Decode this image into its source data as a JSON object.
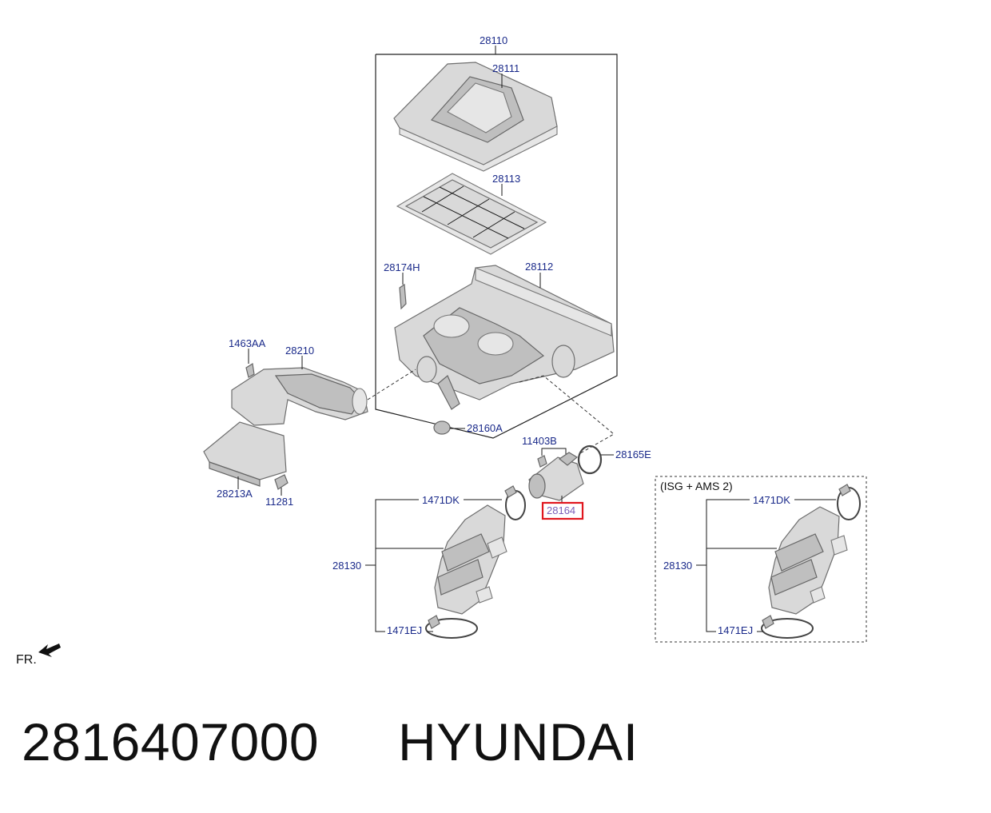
{
  "callouts": {
    "c28110": "28110",
    "c28111": "28111",
    "c28113": "28113",
    "c28174H": "28174H",
    "c28112": "28112",
    "c1463AA": "1463AA",
    "c28210": "28210",
    "c28160A": "28160A",
    "c11403B": "11403B",
    "c28165E": "28165E",
    "c28213A": "28213A",
    "c11281": "11281",
    "c1471DK": "1471DK",
    "c28164": "28164",
    "c28130": "28130",
    "c1471EJ": "1471EJ",
    "inset_title": "(ISG + AMS 2)",
    "inset_1471DK": "1471DK",
    "inset_28130": "28130",
    "inset_1471EJ": "1471EJ",
    "front_label": "FR."
  },
  "highlight_color": "#e0161e",
  "callout_color": "#1a2a8a",
  "caption": {
    "part_number": "2816407000",
    "brand": "HYUNDAI"
  }
}
